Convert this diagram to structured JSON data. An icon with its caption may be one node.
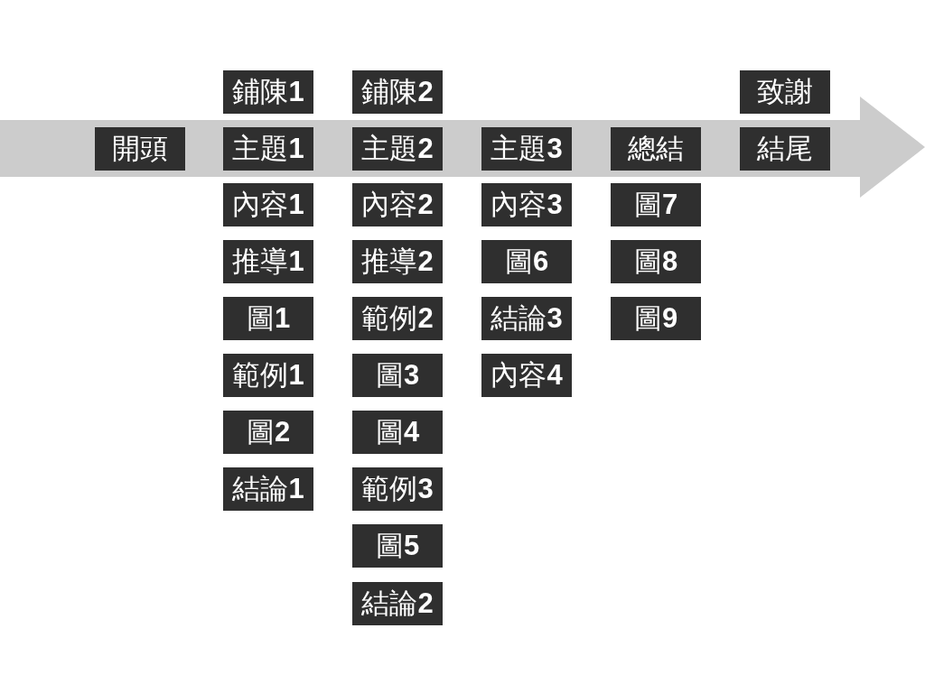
{
  "diagram": {
    "nodes": [
      {
        "text": [],
        "shape": "arrow"
      },
      {
        "text": [
          "開頭"
        ],
        "in": 0
      },
      {
        "text": [
          "鋪陳1"
        ]
      },
      {
        "text": [
          "主題1"
        ],
        "in": 0
      },
      {
        "text": [
          "內容1"
        ]
      },
      {
        "text": [
          "推導1"
        ]
      },
      {
        "text": [
          "圖1"
        ]
      },
      {
        "text": [
          "範例1"
        ]
      },
      {
        "text": [
          "圖2"
        ]
      },
      {
        "text": [
          "結論1"
        ]
      },
      {
        "text": [
          "鋪陳2"
        ]
      },
      {
        "text": [
          "主題2"
        ],
        "in": 0
      },
      {
        "text": [
          "內容2"
        ]
      },
      {
        "text": [
          "推導2"
        ]
      },
      {
        "text": [
          "範例2"
        ]
      },
      {
        "text": [
          "圖3"
        ]
      },
      {
        "text": [
          "圖4"
        ]
      },
      {
        "text": [
          "範例3"
        ]
      },
      {
        "text": [
          "圖5"
        ]
      },
      {
        "text": [
          "結論2"
        ]
      },
      {
        "text": [
          "主題3"
        ],
        "in": 0
      },
      {
        "text": [
          "內容3"
        ]
      },
      {
        "text": [
          "圖6"
        ]
      },
      {
        "text": [
          "結論3"
        ]
      },
      {
        "text": [
          "內容4"
        ]
      },
      {
        "text": [
          "總結"
        ],
        "in": 0
      },
      {
        "text": [
          "圖7"
        ]
      },
      {
        "text": [
          "圖8"
        ]
      },
      {
        "text": [
          "圖9"
        ]
      },
      {
        "text": [
          "致謝"
        ]
      },
      {
        "text": [
          "結尾"
        ],
        "in": 0
      }
    ]
  }
}
